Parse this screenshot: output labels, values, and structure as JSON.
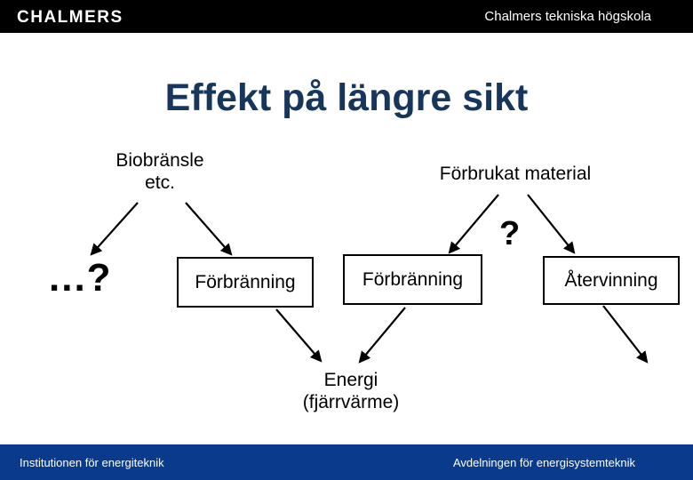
{
  "header": {
    "logo_text": "CHALMERS",
    "school_name": "Chalmers tekniska högskola"
  },
  "slide": {
    "title": "Effekt på längre sikt"
  },
  "diagram": {
    "biobransle_label": "Biobränsle\netc.",
    "forbrukat_label": "Förbrukat material",
    "dots_question": "...?",
    "question_mark": "?",
    "boxes": [
      {
        "label": "Förbränning"
      },
      {
        "label": "Förbränning"
      },
      {
        "label": "Återvinning"
      }
    ],
    "energi_label": "Energi\n(fjärrvärme)"
  },
  "footer": {
    "left_text": "Institutionen för energiteknik",
    "right_text": "Avdelningen för energisystemteknik"
  },
  "colors": {
    "header_bg": "#000000",
    "title_text": "#17365D",
    "footer_bg": "#0A3A8C",
    "diagram_ink": "#000000"
  }
}
